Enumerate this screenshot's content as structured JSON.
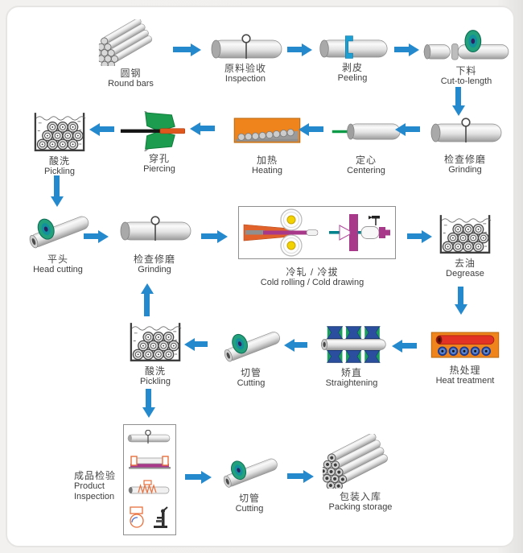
{
  "diagram": {
    "subject": "seamless steel pipe production process flow",
    "colors": {
      "arrow_blue": "#2589ce",
      "furnace_orange": "#ef831c",
      "hot_pipe_red": "#e23125",
      "cutting_disc_green": "#23a17d",
      "disc_hub_purple": "#2c2163",
      "piercing_green": "#1b9c4f",
      "peeling_clamp_blue": "#1c9fd2",
      "centering_rod_green": "#0d9b48",
      "roller_blue": "#2b4f9e",
      "roller_cap_green": "#1aa05c",
      "die_magenta": "#a8388a",
      "roll_hub_yellow": "#f2d200",
      "draw_rod_teal": "#00838c",
      "label_text": "#3d3d3d"
    },
    "nodes": {
      "round_bars": {
        "zh": "圆钢",
        "en": "Round bars"
      },
      "inspection": {
        "zh": "原料验收",
        "en": "Inspection"
      },
      "peeling": {
        "zh": "剥皮",
        "en": "Peeling"
      },
      "cut_to_length": {
        "zh": "下料",
        "en": "Cut-to-length"
      },
      "pickling1": {
        "zh": "酸洗",
        "en": "Pickling"
      },
      "piercing": {
        "zh": "穿孔",
        "en": "Piercing"
      },
      "heating": {
        "zh": "加热",
        "en": "Heating"
      },
      "centering": {
        "zh": "定心",
        "en": "Centering"
      },
      "grinding1": {
        "zh": "检查修磨",
        "en": "Grinding"
      },
      "head_cutting": {
        "zh": "平头",
        "en": "Head cutting"
      },
      "grinding2": {
        "zh": "检查修磨",
        "en": "Grinding"
      },
      "cold_rolling": {
        "zh": "冷轧 / 冷拔",
        "en": "Cold rolling / Cold drawing"
      },
      "degrease": {
        "zh": "去油",
        "en": "Degrease"
      },
      "heat_treatment": {
        "zh": "热处理",
        "en": "Heat treatment"
      },
      "straightening": {
        "zh": "矫直",
        "en": "Straightening"
      },
      "cutting1": {
        "zh": "切管",
        "en": "Cutting"
      },
      "pickling2": {
        "zh": "酸洗",
        "en": "Pickling"
      },
      "product_inspection": {
        "zh": "成品检验",
        "en1": "Product",
        "en2": "Inspection"
      },
      "cutting2": {
        "zh": "切管",
        "en": "Cutting"
      },
      "packing": {
        "zh": "包装入库",
        "en": "Packing storage"
      }
    },
    "arrows": [
      {
        "from": "round_bars",
        "to": "inspection",
        "dir": "right"
      },
      {
        "from": "inspection",
        "to": "peeling",
        "dir": "right"
      },
      {
        "from": "peeling",
        "to": "cut_to_length",
        "dir": "right"
      },
      {
        "from": "cut_to_length",
        "to": "grinding1",
        "dir": "down"
      },
      {
        "from": "grinding1",
        "to": "centering",
        "dir": "left"
      },
      {
        "from": "centering",
        "to": "heating",
        "dir": "left"
      },
      {
        "from": "heating",
        "to": "piercing",
        "dir": "left"
      },
      {
        "from": "piercing",
        "to": "pickling1",
        "dir": "left"
      },
      {
        "from": "pickling1",
        "to": "head_cutting",
        "dir": "down"
      },
      {
        "from": "head_cutting",
        "to": "grinding2",
        "dir": "right"
      },
      {
        "from": "grinding2",
        "to": "cold_rolling",
        "dir": "right"
      },
      {
        "from": "cold_rolling",
        "to": "degrease",
        "dir": "right"
      },
      {
        "from": "degrease",
        "to": "heat_treatment",
        "dir": "down"
      },
      {
        "from": "heat_treatment",
        "to": "straightening",
        "dir": "left"
      },
      {
        "from": "straightening",
        "to": "cutting1",
        "dir": "left"
      },
      {
        "from": "cutting1",
        "to": "pickling2",
        "dir": "left"
      },
      {
        "from": "pickling2",
        "to": "grinding2",
        "dir": "up"
      },
      {
        "from": "pickling2",
        "to": "product_inspection",
        "dir": "down"
      },
      {
        "from": "product_inspection",
        "to": "cutting2",
        "dir": "right"
      },
      {
        "from": "cutting2",
        "to": "packing",
        "dir": "right"
      }
    ]
  }
}
